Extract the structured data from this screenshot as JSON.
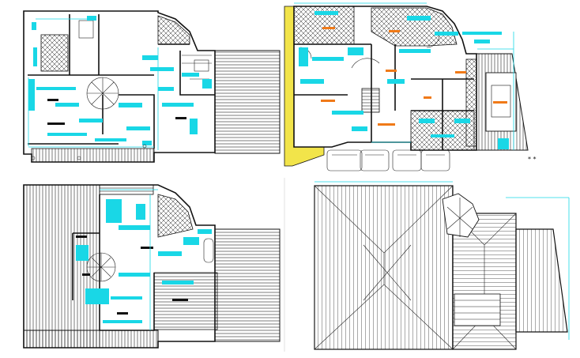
{
  "colors": {
    "background": "#ffffff",
    "linework": "#111111",
    "annotation": "#19d7e6",
    "label_bar": "#111111",
    "accent_label": "#f07a18",
    "garden_fill": "#f2e44a"
  },
  "drawings": [
    {
      "id": "ground-floor-plan",
      "quadrant": "top-left"
    },
    {
      "id": "first-floor-plan",
      "quadrant": "top-right"
    },
    {
      "id": "second-floor-plan",
      "quadrant": "bottom-left"
    },
    {
      "id": "roof-plan",
      "quadrant": "bottom-right"
    }
  ]
}
